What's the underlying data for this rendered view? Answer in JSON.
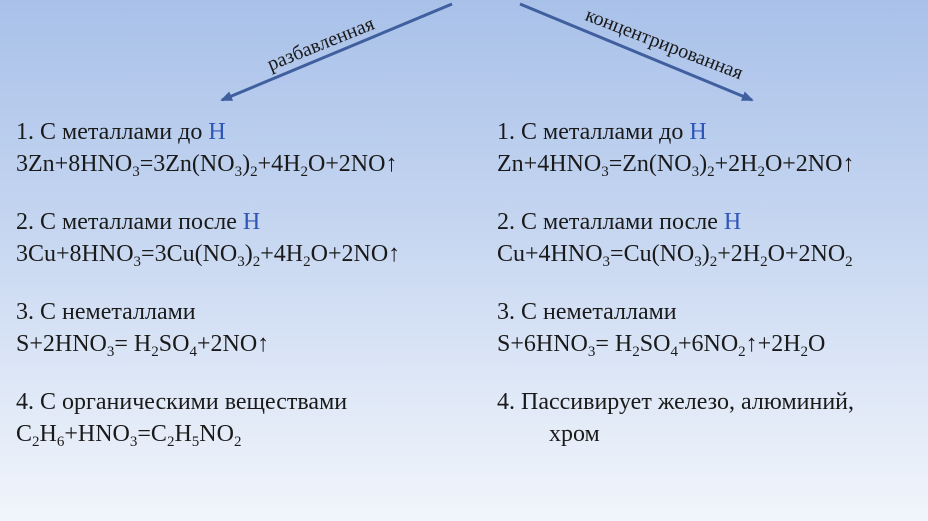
{
  "branches": {
    "dilute": "разбавленная",
    "concentrated": "концентрированная"
  },
  "colors": {
    "arrow": "#3f5f9e",
    "accent_H": "#2e55b8"
  },
  "left": {
    "items": [
      {
        "heading": "1. С металлами до ",
        "heading_accent": "H",
        "formula": [
          {
            "t": "3Zn+8HNO"
          },
          {
            "s": "3"
          },
          {
            "t": "=3Zn(NO"
          },
          {
            "s": "3"
          },
          {
            "t": ")"
          },
          {
            "s": "2"
          },
          {
            "t": "+4H"
          },
          {
            "s": "2"
          },
          {
            "t": "O+2NO↑"
          }
        ]
      },
      {
        "heading": "2. С металлами после ",
        "heading_accent": "H",
        "formula": [
          {
            "t": "3Cu+8HNO"
          },
          {
            "s": "3"
          },
          {
            "t": "=3Cu(NO"
          },
          {
            "s": "3"
          },
          {
            "t": ")"
          },
          {
            "s": "2"
          },
          {
            "t": "+4H"
          },
          {
            "s": "2"
          },
          {
            "t": "O+2NO↑"
          }
        ]
      },
      {
        "heading": "3. С неметаллами",
        "heading_accent": "",
        "formula": [
          {
            "t": "S+2HNO"
          },
          {
            "s": "3"
          },
          {
            "t": "= H"
          },
          {
            "s": "2"
          },
          {
            "t": "SO"
          },
          {
            "s": "4"
          },
          {
            "t": "+2NO↑"
          }
        ]
      },
      {
        "heading": "4. С органическими веществами",
        "heading_accent": "",
        "formula": [
          {
            "t": "C"
          },
          {
            "s": "2"
          },
          {
            "t": "H"
          },
          {
            "s": "6"
          },
          {
            "t": "+HNO"
          },
          {
            "s": "3"
          },
          {
            "t": "=C"
          },
          {
            "s": "2"
          },
          {
            "t": "H"
          },
          {
            "s": "5"
          },
          {
            "t": "NO"
          },
          {
            "s": "2"
          }
        ]
      }
    ]
  },
  "right": {
    "items": [
      {
        "heading": "1. С металлами до ",
        "heading_accent": "H",
        "formula": [
          {
            "t": "Zn+4HNO"
          },
          {
            "s": "3"
          },
          {
            "t": "=Zn(NO"
          },
          {
            "s": "3"
          },
          {
            "t": ")"
          },
          {
            "s": "2"
          },
          {
            "t": "+2H"
          },
          {
            "s": "2"
          },
          {
            "t": "O+2NO↑"
          }
        ]
      },
      {
        "heading": "2.  С металлами после ",
        "heading_accent": "H",
        "formula": [
          {
            "t": "Cu+4HNO"
          },
          {
            "s": "3"
          },
          {
            "t": "=Cu(NO"
          },
          {
            "s": "3"
          },
          {
            "t": ")"
          },
          {
            "s": "2"
          },
          {
            "t": "+2H"
          },
          {
            "s": "2"
          },
          {
            "t": "O+2NO"
          },
          {
            "s": "2"
          }
        ]
      },
      {
        "heading": "3. С неметаллами",
        "heading_accent": "",
        "formula": [
          {
            "t": "S+6HNO"
          },
          {
            "s": "3"
          },
          {
            "t": "= H"
          },
          {
            "s": "2"
          },
          {
            "t": "SO"
          },
          {
            "s": "4"
          },
          {
            "t": "+6NO"
          },
          {
            "s": "2"
          },
          {
            "t": "↑+2H"
          },
          {
            "s": "2"
          },
          {
            "t": "O"
          }
        ]
      },
      {
        "heading": "4. Пассивирует железо, алюминий,",
        "heading_accent": "",
        "continuation": "хром",
        "formula": []
      }
    ]
  }
}
